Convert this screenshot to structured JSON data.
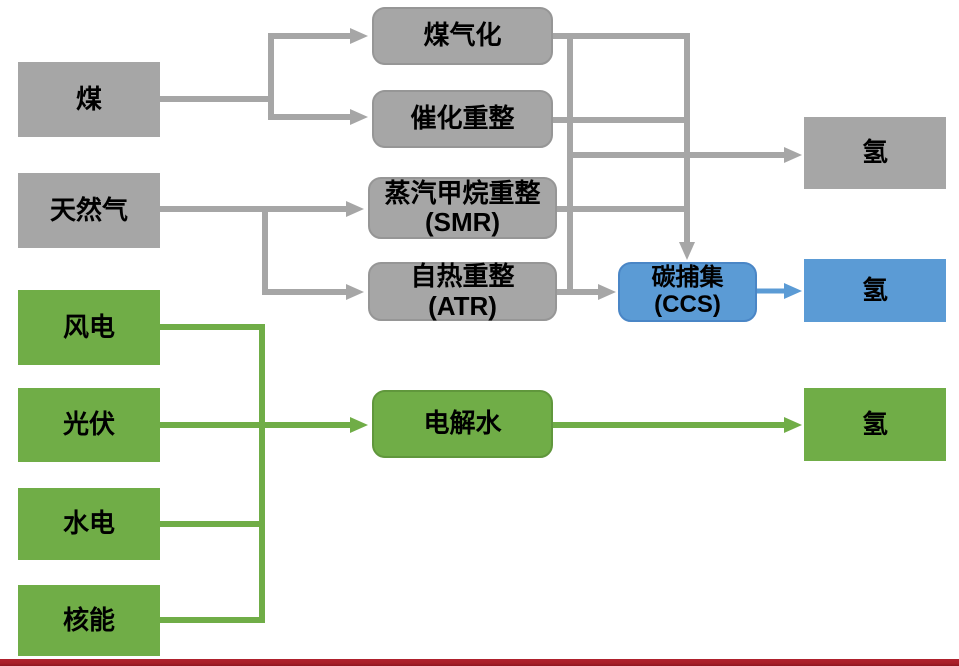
{
  "diagram": {
    "nodes": {
      "coal": {
        "label": "煤"
      },
      "natural_gas": {
        "label": "天然气"
      },
      "wind": {
        "label": "风电"
      },
      "solar": {
        "label": "光伏"
      },
      "hydro": {
        "label": "水电"
      },
      "nuclear": {
        "label": "核能"
      },
      "coal_gasification": {
        "label": "煤气化"
      },
      "catalytic_reforming": {
        "label": "催化重整"
      },
      "smr": {
        "label": "蒸汽甲烷重整",
        "sublabel": "(SMR)"
      },
      "atr": {
        "label": "自热重整",
        "sublabel": "(ATR)"
      },
      "electrolysis": {
        "label": "电解水"
      },
      "ccs": {
        "label": "碳捕集",
        "sublabel": "(CCS)"
      },
      "hydrogen_gray": {
        "label": "氢"
      },
      "hydrogen_blue": {
        "label": "氢"
      },
      "hydrogen_green": {
        "label": "氢"
      }
    },
    "edges": [
      {
        "from": "coal",
        "to": "coal_gasification",
        "color": "gray"
      },
      {
        "from": "coal",
        "to": "catalytic_reforming",
        "color": "gray"
      },
      {
        "from": "natural_gas",
        "to": "smr",
        "color": "gray"
      },
      {
        "from": "natural_gas",
        "to": "atr",
        "color": "gray"
      },
      {
        "from": "coal_gasification",
        "to": "hydrogen_gray",
        "color": "gray"
      },
      {
        "from": "catalytic_reforming",
        "to": "hydrogen_gray",
        "color": "gray"
      },
      {
        "from": "smr",
        "to": "hydrogen_gray",
        "color": "gray"
      },
      {
        "from": "atr",
        "to": "hydrogen_gray",
        "color": "gray"
      },
      {
        "from": "coal_gasification",
        "to": "ccs",
        "color": "gray"
      },
      {
        "from": "catalytic_reforming",
        "to": "ccs",
        "color": "gray"
      },
      {
        "from": "smr",
        "to": "ccs",
        "color": "gray"
      },
      {
        "from": "atr",
        "to": "ccs",
        "color": "gray"
      },
      {
        "from": "ccs",
        "to": "hydrogen_blue",
        "color": "blue"
      },
      {
        "from": "wind",
        "to": "electrolysis",
        "color": "green"
      },
      {
        "from": "solar",
        "to": "electrolysis",
        "color": "green"
      },
      {
        "from": "hydro",
        "to": "electrolysis",
        "color": "green"
      },
      {
        "from": "nuclear",
        "to": "electrolysis",
        "color": "green"
      },
      {
        "from": "electrolysis",
        "to": "hydrogen_green",
        "color": "green"
      }
    ],
    "colors": {
      "gray": "#A6A6A6",
      "green": "#70AD47",
      "blue": "#5B9BD5",
      "accent_bar": "#A81E28",
      "text": "#000000"
    }
  }
}
